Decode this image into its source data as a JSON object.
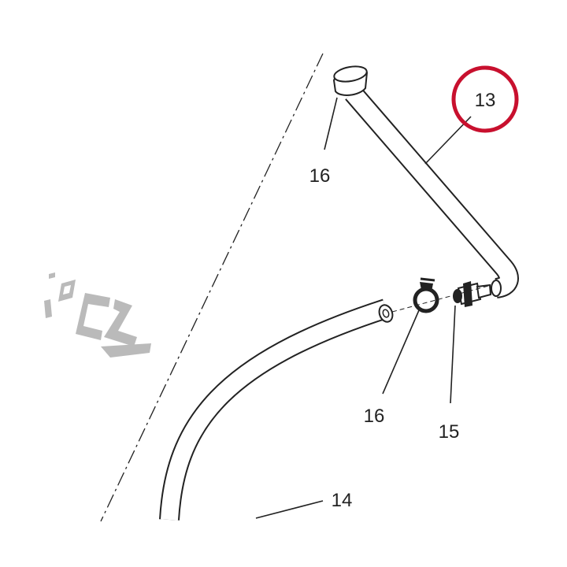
{
  "diagram": {
    "highlight_color": "#c8102e",
    "line_color": "#222222",
    "watermark_color": "#b3b3b3",
    "callouts": {
      "hose_13": "13",
      "ring_16_top": "16",
      "clamp_16": "16",
      "fitting_15": "15",
      "hose_14": "14"
    },
    "highlighted_callout": "13",
    "watermark_text": "ZCB",
    "parts": [
      "hose",
      "hose",
      "ring",
      "clamp",
      "fitting"
    ]
  }
}
